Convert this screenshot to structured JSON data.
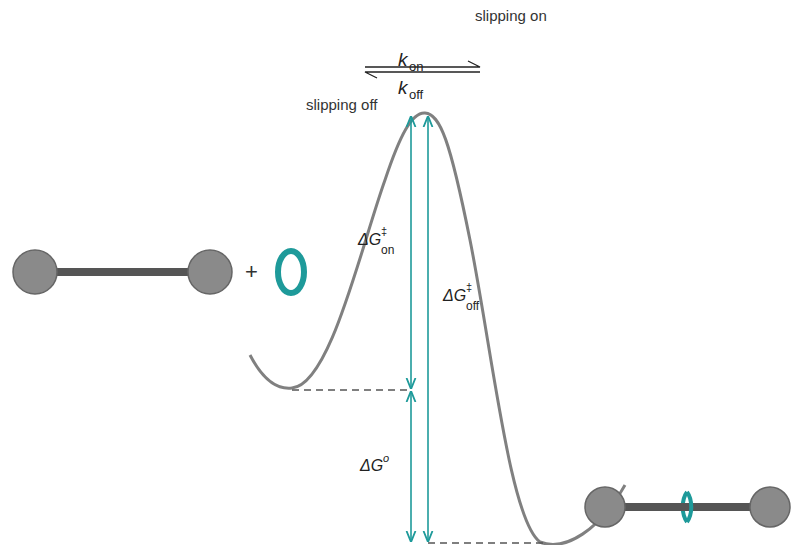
{
  "diagram": {
    "labels": [
      "slipping on",
      "k",
      "on",
      "k",
      "off",
      "slipping off",
      "+",
      "ΔG",
      "‡",
      "on",
      "ΔG",
      "‡",
      "off",
      "ΔG",
      "o"
    ]
  }
}
